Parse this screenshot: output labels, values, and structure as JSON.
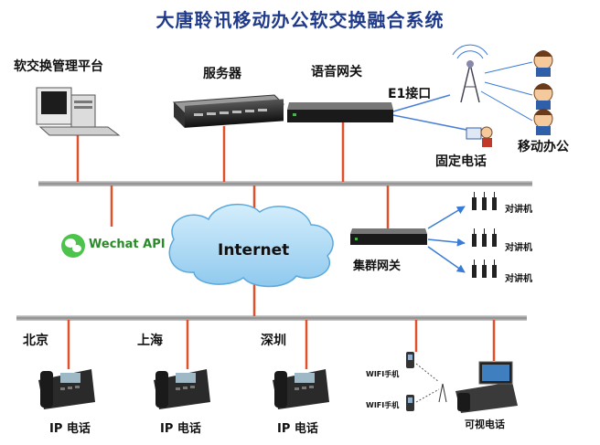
{
  "title": "大唐聆讯移动办公软交换融合系统",
  "nodes": {
    "softswitch": "软交换管理平台",
    "server": "服务器",
    "voice_gateway": "语音网关",
    "e1": "E1接口",
    "fixed_phone": "固定电话",
    "mobile_office": "移动办公",
    "wechat": "Wechat API",
    "internet": "Internet",
    "cluster_gateway": "集群网关",
    "walkie_1": "对讲机",
    "walkie_2": "对讲机",
    "walkie_3": "对讲机",
    "beijing": "北京",
    "shanghai": "上海",
    "shenzhen": "深圳",
    "ip_phone_1": "IP 电话",
    "ip_phone_2": "IP 电话",
    "ip_phone_3": "IP 电话",
    "wifi_phone_1": "WIFI手机",
    "wifi_phone_2": "WIFI手机",
    "video_phone": "可视电话"
  },
  "colors": {
    "title": "#1f3a8a",
    "bus": "#8a8a8a",
    "link": "#e0502a",
    "cloud": "#a9d8f5",
    "arrow": "#3a7bd5"
  }
}
